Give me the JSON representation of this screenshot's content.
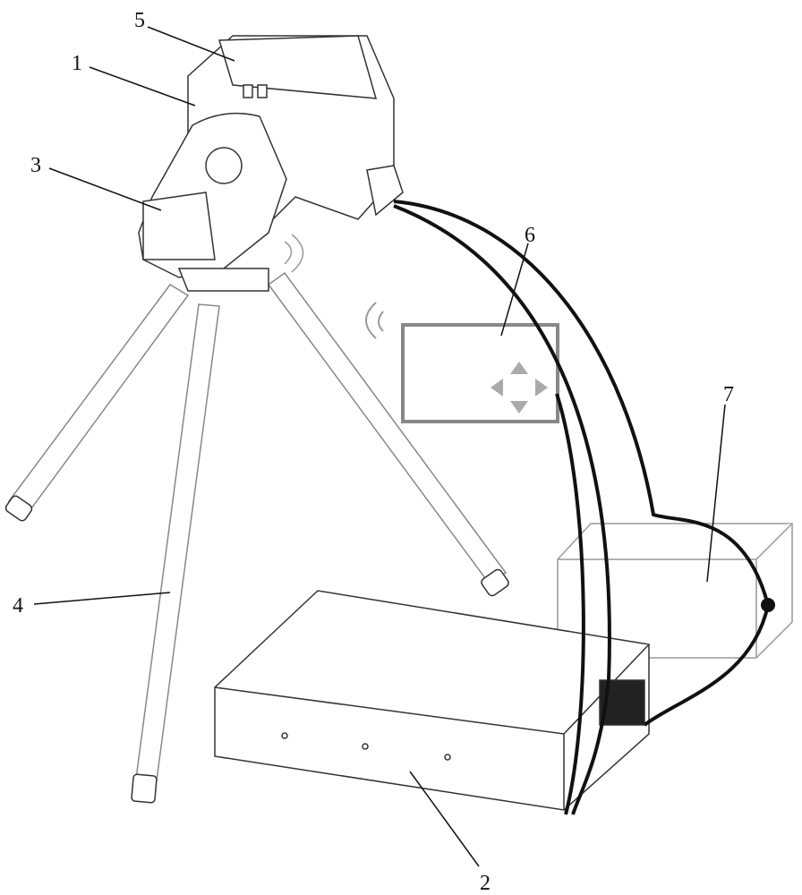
{
  "labels": {
    "camera_body": "1",
    "control_box": "2",
    "pan_tilt_head": "3",
    "tripod": "4",
    "top_module": "5",
    "remote_controller": "6",
    "power_box": "7"
  },
  "colors": {
    "line": "#222222",
    "cable": "#111111",
    "light_line": "#8a8a8a"
  }
}
